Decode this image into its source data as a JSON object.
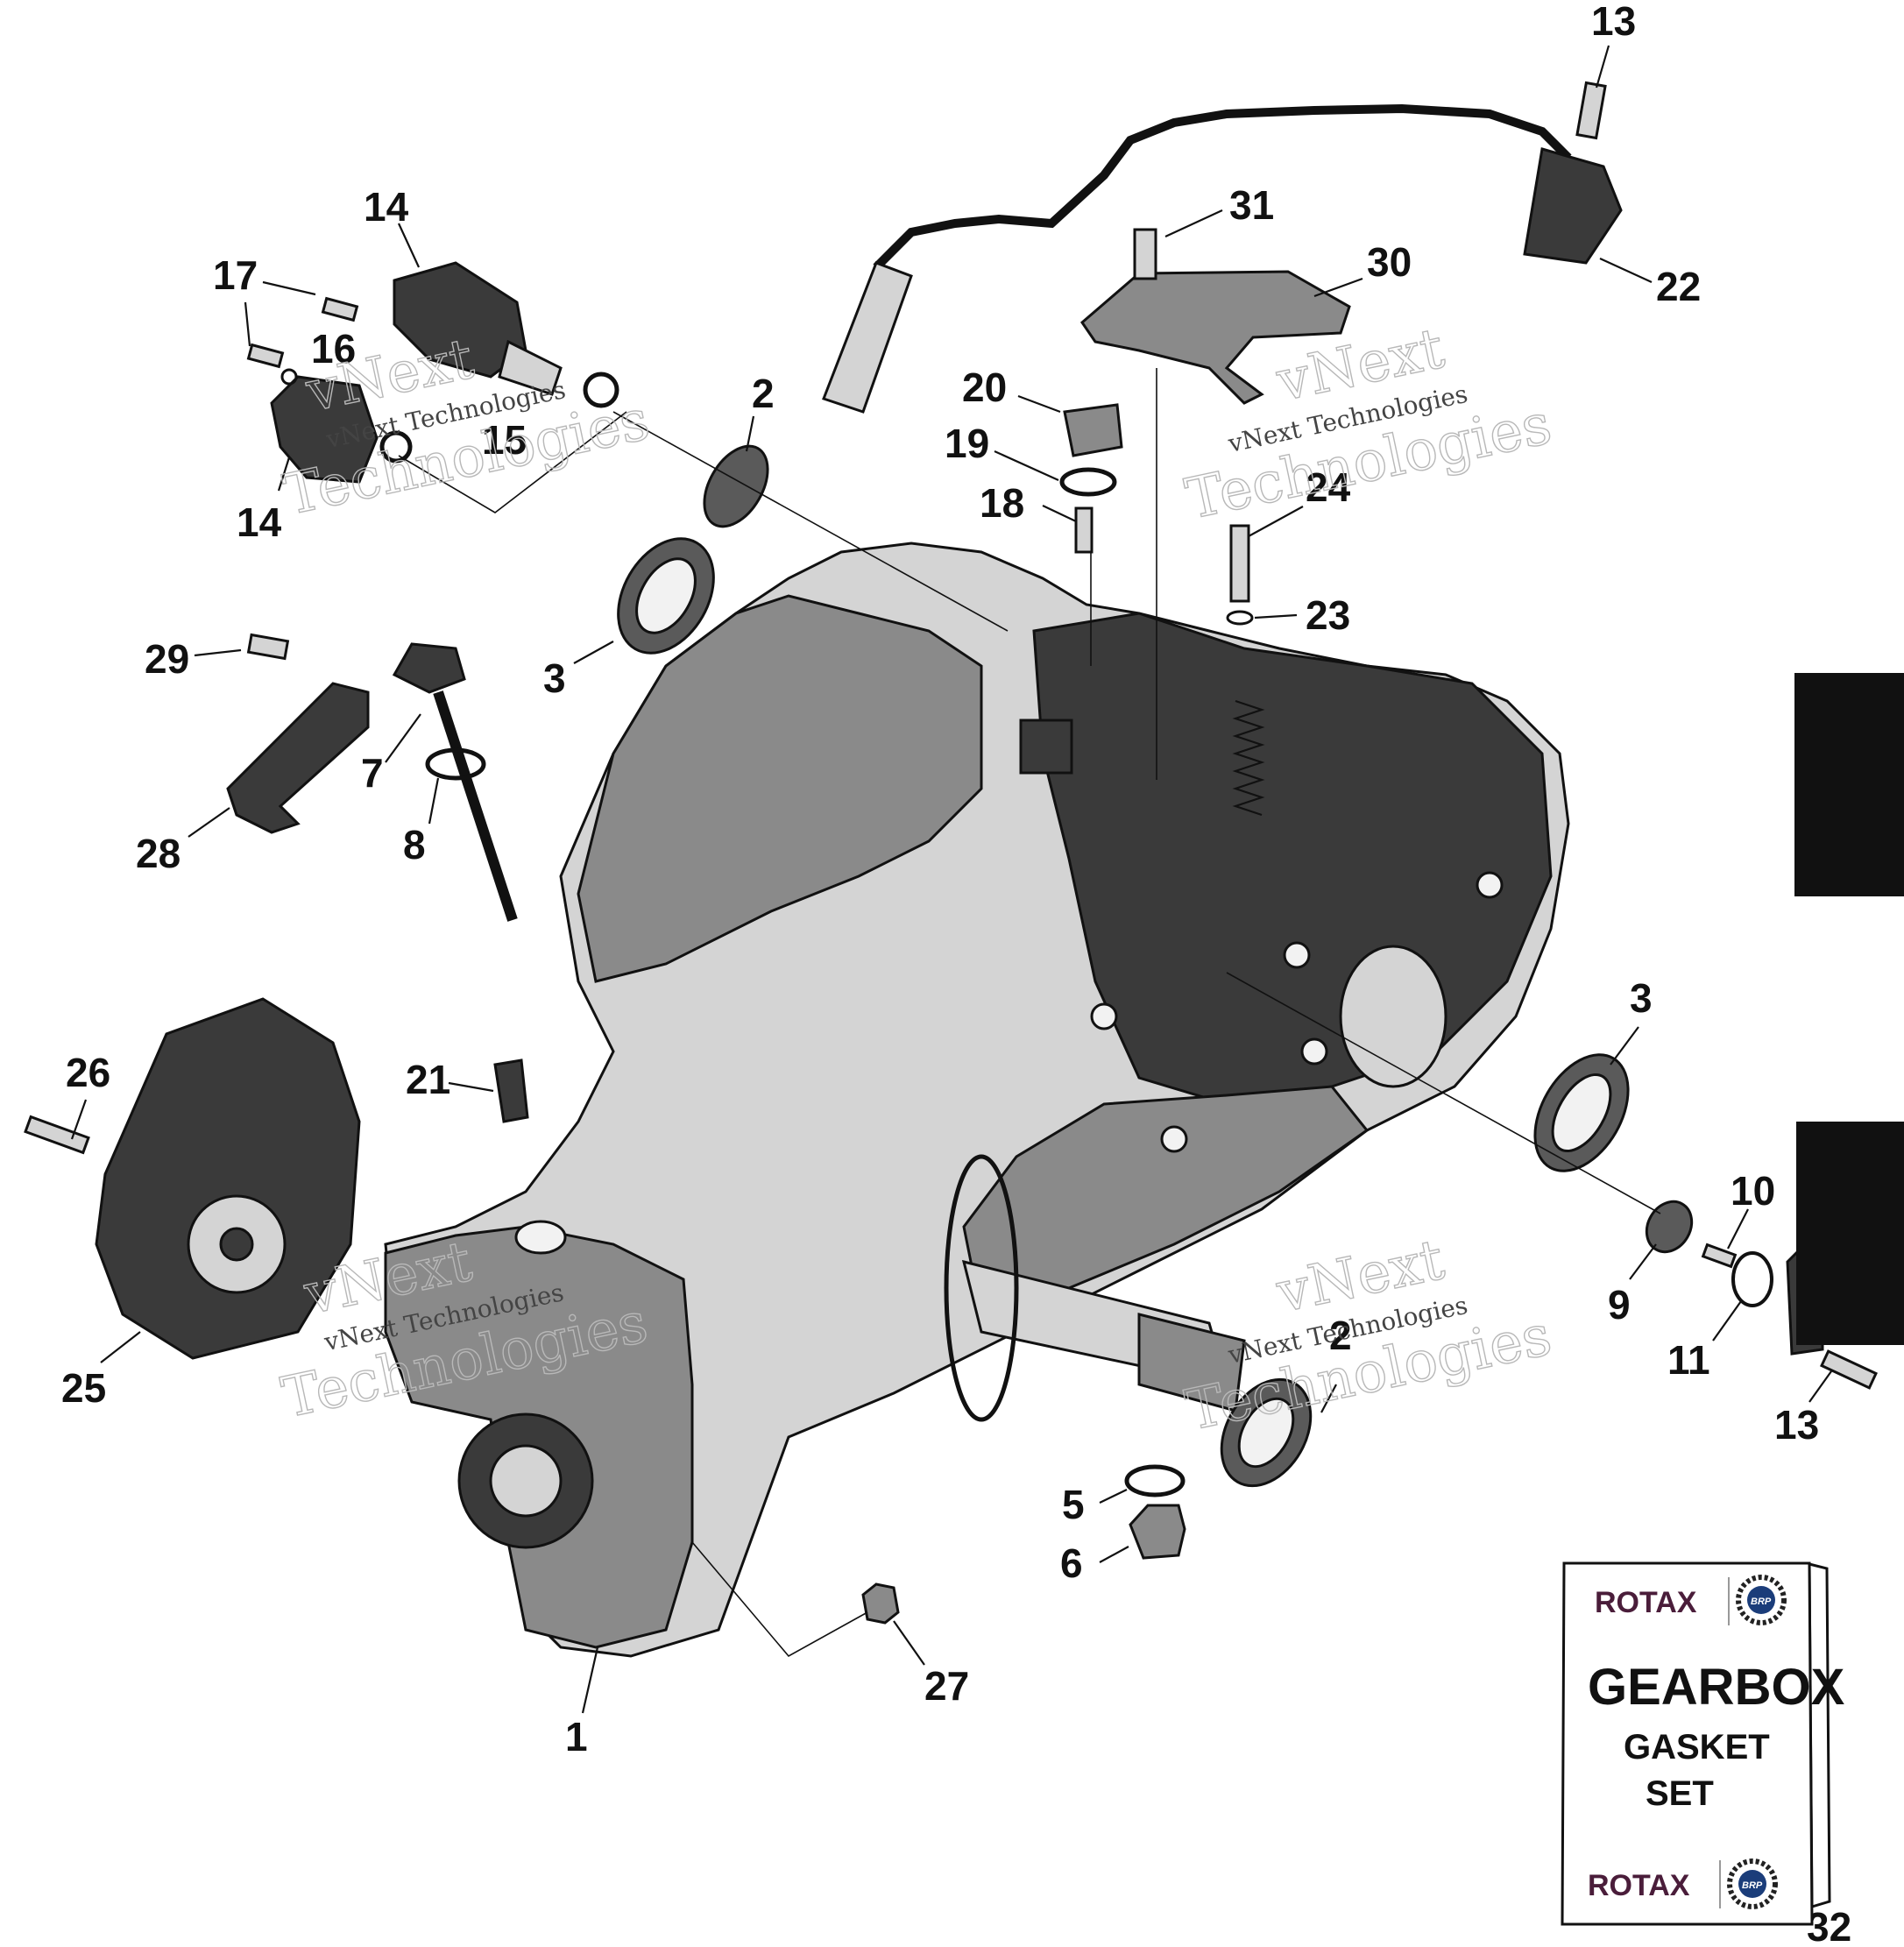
{
  "callouts": [
    {
      "id": "c13a",
      "text": "13"
    },
    {
      "id": "c14a",
      "text": "14"
    },
    {
      "id": "c17",
      "text": "17"
    },
    {
      "id": "c16",
      "text": "16"
    },
    {
      "id": "c15",
      "text": "15"
    },
    {
      "id": "c14b",
      "text": "14"
    },
    {
      "id": "c2a",
      "text": "2"
    },
    {
      "id": "c31",
      "text": "31"
    },
    {
      "id": "c30",
      "text": "30"
    },
    {
      "id": "c22",
      "text": "22"
    },
    {
      "id": "c20",
      "text": "20"
    },
    {
      "id": "c19",
      "text": "19"
    },
    {
      "id": "c18",
      "text": "18"
    },
    {
      "id": "c24",
      "text": "24"
    },
    {
      "id": "c23",
      "text": "23"
    },
    {
      "id": "c3a",
      "text": "3"
    },
    {
      "id": "c29",
      "text": "29"
    },
    {
      "id": "c7",
      "text": "7"
    },
    {
      "id": "c28",
      "text": "28"
    },
    {
      "id": "c8",
      "text": "8"
    },
    {
      "id": "c26",
      "text": "26"
    },
    {
      "id": "c21",
      "text": "21"
    },
    {
      "id": "c3b",
      "text": "3"
    },
    {
      "id": "c10",
      "text": "10"
    },
    {
      "id": "c9",
      "text": "9"
    },
    {
      "id": "c11",
      "text": "11"
    },
    {
      "id": "c13b",
      "text": "13"
    },
    {
      "id": "c25",
      "text": "25"
    },
    {
      "id": "c2b",
      "text": "2"
    },
    {
      "id": "c5",
      "text": "5"
    },
    {
      "id": "c6",
      "text": "6"
    },
    {
      "id": "c27",
      "text": "27"
    },
    {
      "id": "c1",
      "text": "1"
    },
    {
      "id": "c32",
      "text": "32"
    }
  ],
  "gasket_kit": {
    "brand_top": "ROTAX",
    "brand_bottom": "ROTAX",
    "badge": "BRP",
    "line1": "GEARBOX",
    "line2": "GASKET",
    "line3": "SET"
  },
  "watermark": {
    "big_line1": "vNext",
    "big_line2": "Technologies",
    "small": "vNext Technologies"
  },
  "colors": {
    "ink": "#111111",
    "brand": "#4a1d3a",
    "side_tab": "#111111"
  }
}
